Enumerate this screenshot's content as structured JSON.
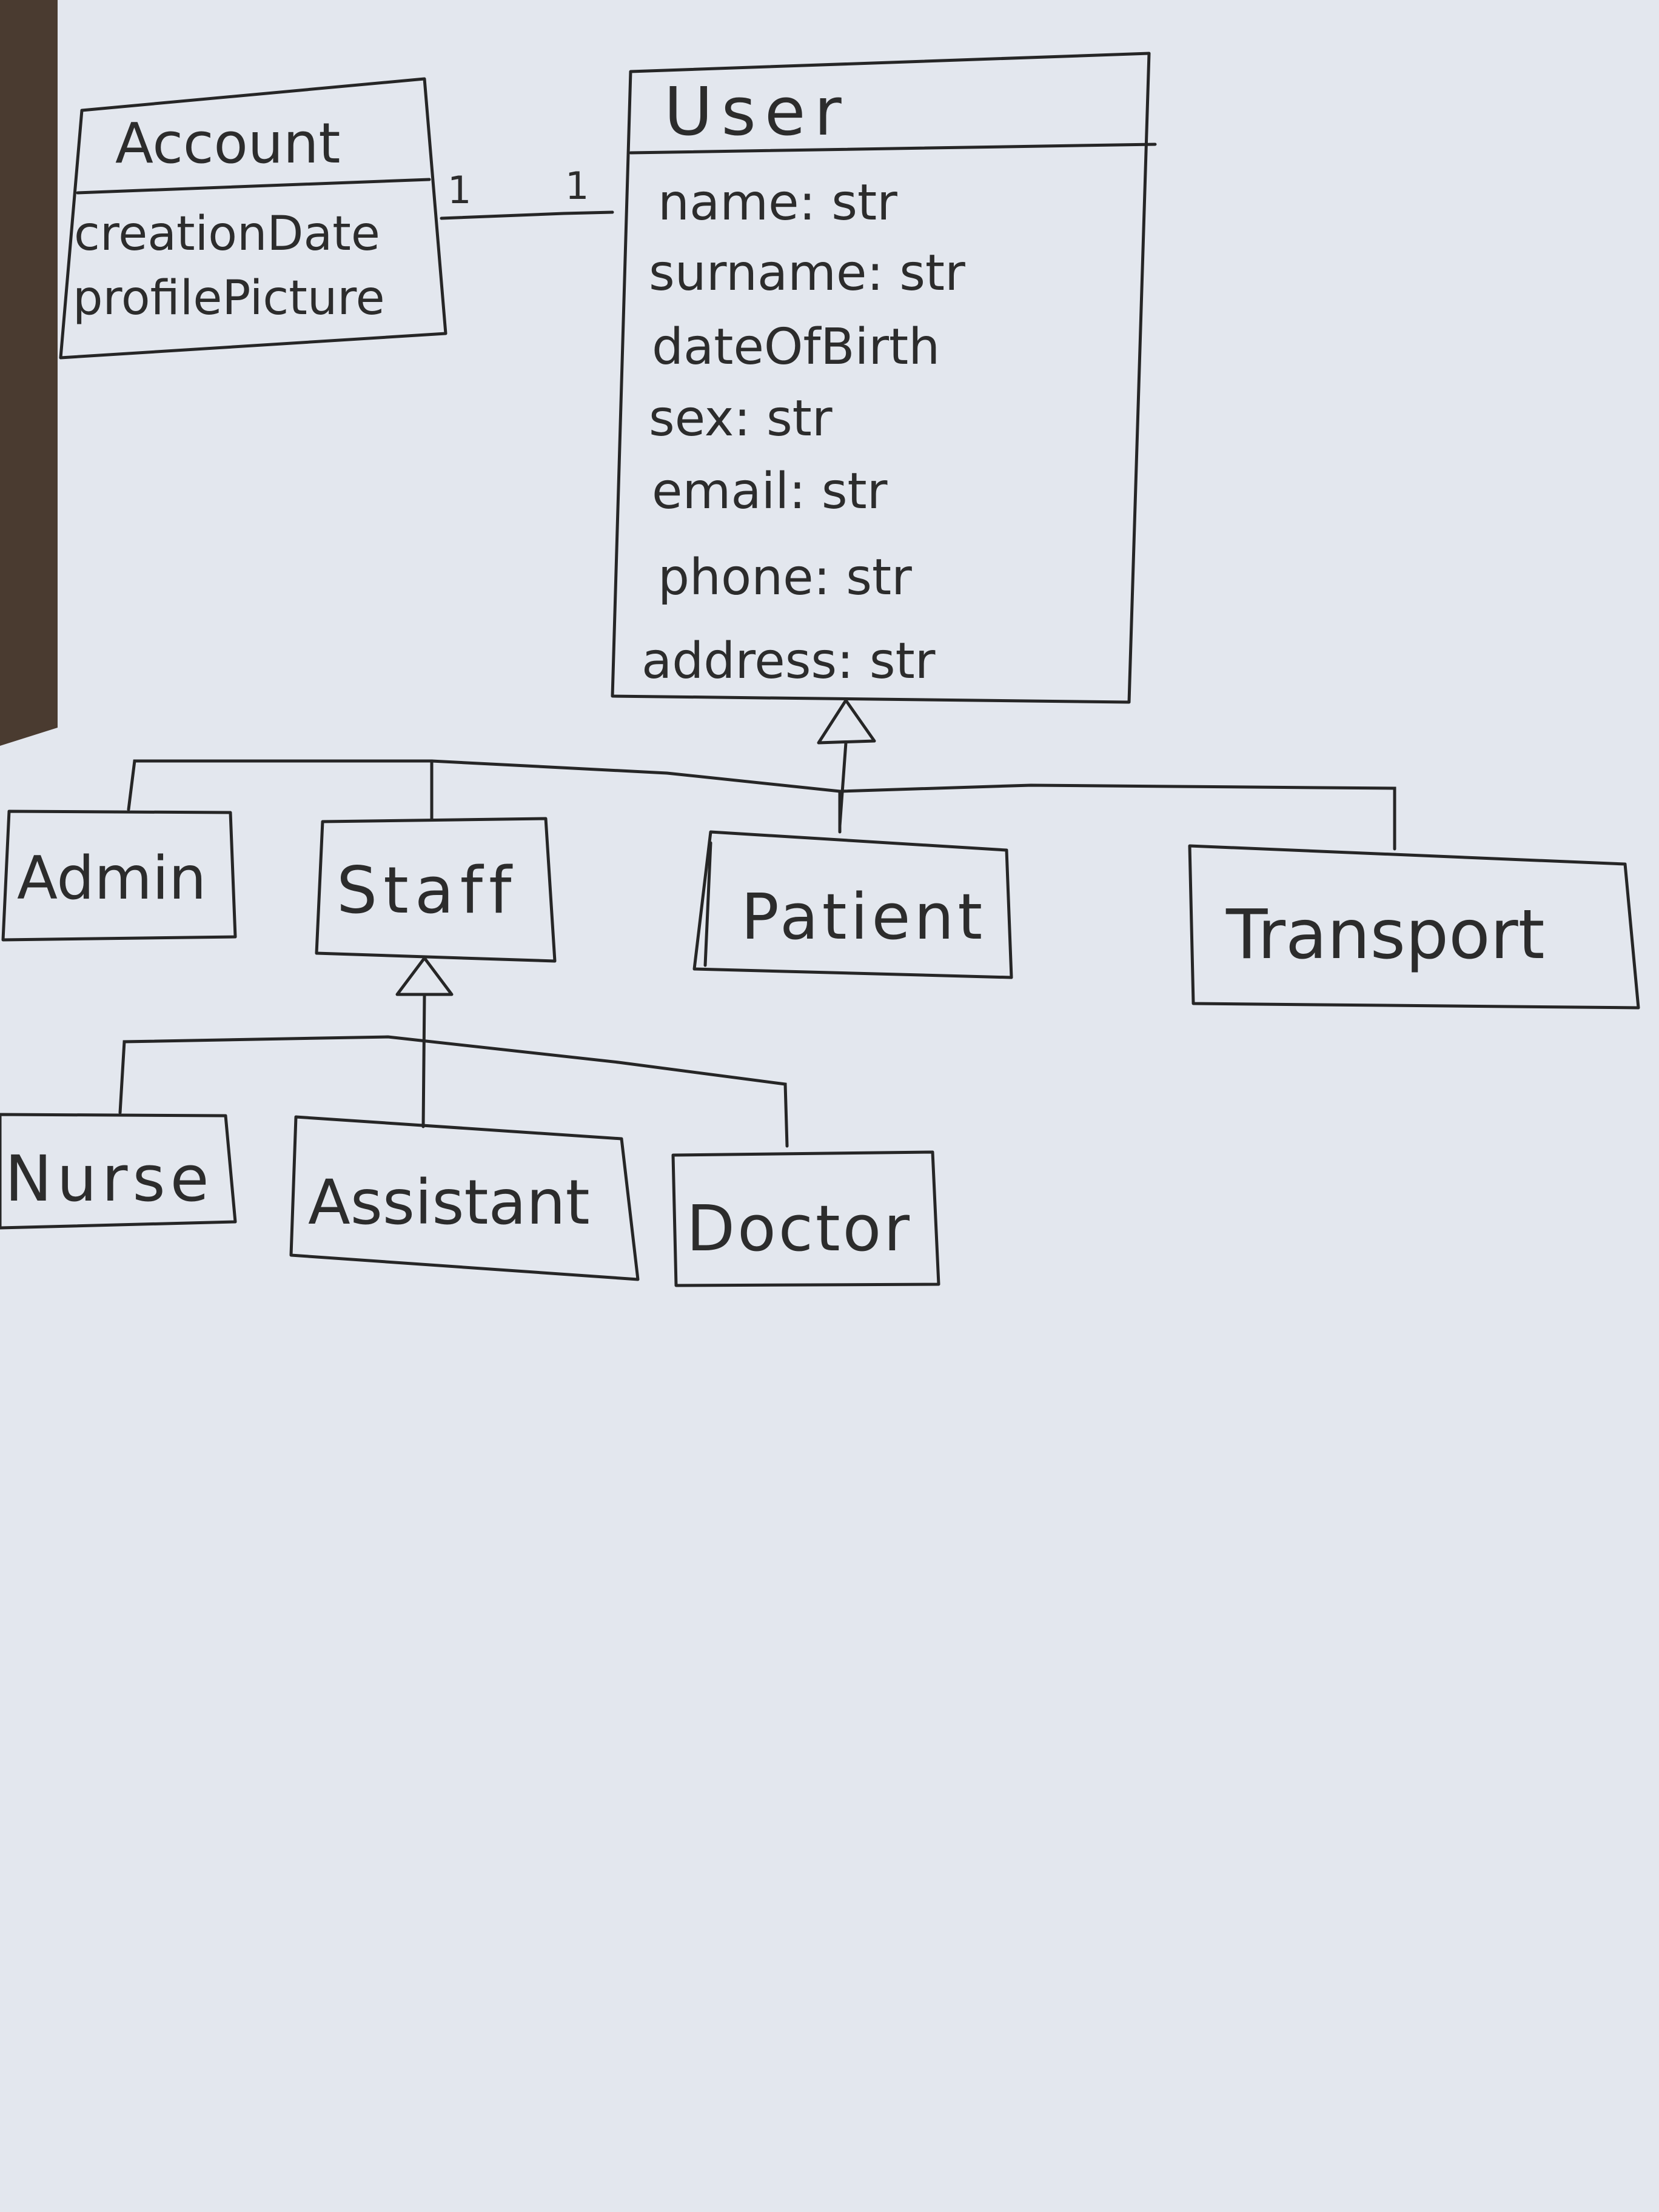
{
  "colors": {
    "paper": "#e3e7ee",
    "ink": "#262626",
    "background_edge": "#4a3b30"
  },
  "classes": {
    "account": {
      "name": "Account",
      "attributes": [
        "creationDate",
        "profilePicture"
      ]
    },
    "user": {
      "name": "User",
      "attributes": [
        "name: str",
        "surname: str",
        "dateOfBirth",
        "sex: str",
        "email: str",
        "phone: str",
        "address: str"
      ]
    },
    "admin": {
      "name": "Admin"
    },
    "staff": {
      "name": "Staff"
    },
    "patient": {
      "name": "Patient"
    },
    "transport": {
      "name": "Transport"
    },
    "nurse": {
      "name": "Nurse"
    },
    "assistant": {
      "name": "Assistant"
    },
    "doctor": {
      "name": "Doctor"
    }
  },
  "association": {
    "account_multiplicity": "1",
    "user_multiplicity": "1"
  }
}
